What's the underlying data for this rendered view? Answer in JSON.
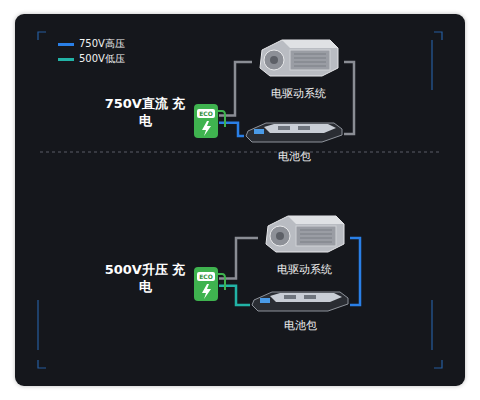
{
  "diagram": {
    "nodes": [
      {
        "text": [
          "ECO"
        ]
      },
      {
        "text": [
          "电驱动系统"
        ]
      },
      {
        "text": [
          "电池包"
        ]
      },
      {
        "text": [
          "ECO"
        ]
      },
      {
        "text": [
          "电驱动系统"
        ]
      },
      {
        "text": [
          "电池包"
        ]
      }
    ],
    "edges": [
      {
        "from": 0,
        "to": 1,
        "arrow": "none"
      },
      {
        "from": 0,
        "to": 2,
        "arrow": "none"
      },
      {
        "from": 1,
        "to": 2,
        "arrow": "none"
      },
      {
        "from": 3,
        "to": 4,
        "arrow": "none"
      },
      {
        "from": 3,
        "to": 5,
        "arrow": "none"
      },
      {
        "from": 4,
        "to": 5,
        "arrow": "none"
      }
    ],
    "labels": [
      "750V直流 充电",
      "500V升压 充电"
    ],
    "legend": [
      {
        "text": "750V高压",
        "color": "#2a7fe6"
      },
      {
        "text": "500V低压",
        "color": "#22b3a6"
      }
    ]
  }
}
